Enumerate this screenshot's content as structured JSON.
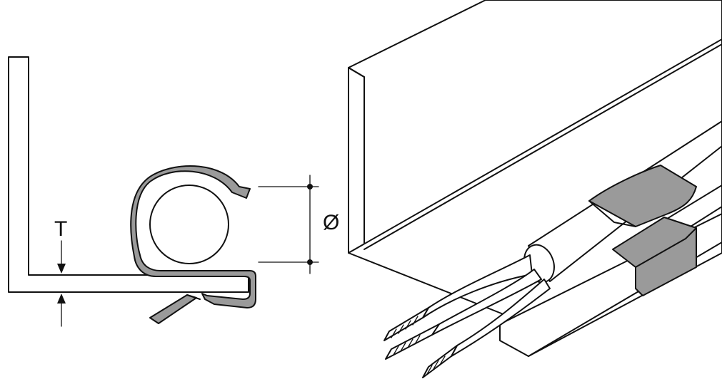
{
  "labels": {
    "thickness": "T",
    "diameter": "Ø"
  },
  "colors": {
    "clip": "#9a9a9a",
    "line": "#111111",
    "background": "#ffffff"
  },
  "icons": [
    "angle-bracket-section",
    "cable-clip-section",
    "cable-bundle",
    "arrow-icon"
  ]
}
